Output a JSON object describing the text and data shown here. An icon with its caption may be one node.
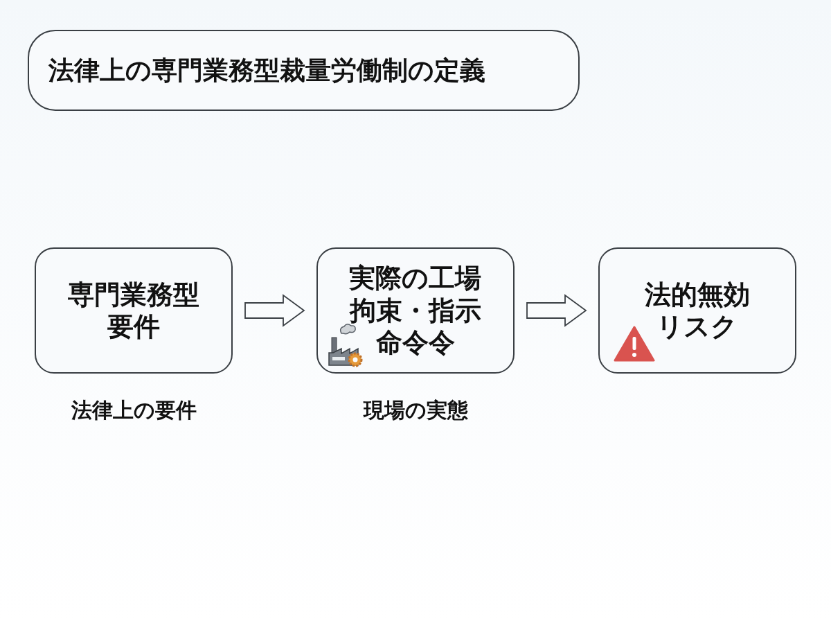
{
  "diagram": {
    "title": "法律上の専門業務型裁量労働制の定義",
    "nodes": [
      {
        "text": [
          "専門業務型要件"
        ],
        "beside": [
          "法律上の要件"
        ]
      },
      {
        "text": [
          "実際の工場拘束・指示命令令"
        ],
        "beside": [
          "現場の実態"
        ]
      },
      {
        "text": [
          "法的無効リスク"
        ]
      }
    ],
    "edges": [
      {
        "from": 0,
        "to": 1,
        "arrow": "to"
      },
      {
        "from": 1,
        "to": 2,
        "arrow": "to"
      }
    ]
  }
}
